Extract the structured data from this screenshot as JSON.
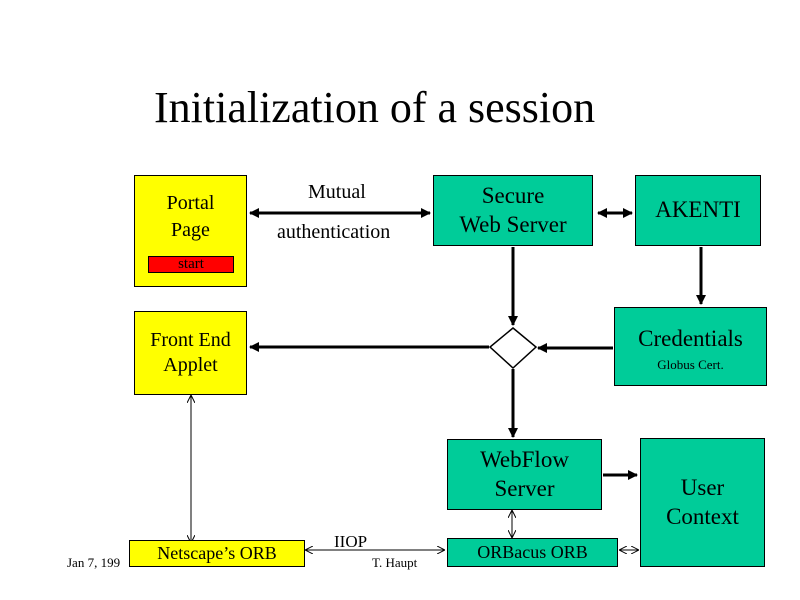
{
  "title": "Initialization of a session",
  "nodes": {
    "portal_page": {
      "line1": "Portal",
      "line2": "Page",
      "button": "start"
    },
    "front_end_applet": {
      "line1": "Front End",
      "line2": "Applet"
    },
    "netscape_orb": {
      "label": "Netscape’s ORB"
    },
    "secure_web_server": {
      "line1": "Secure",
      "line2": "Web Server"
    },
    "akenti": {
      "label": "AKENTI"
    },
    "credentials": {
      "label": "Credentials",
      "sublabel": "Globus Cert."
    },
    "webflow_server": {
      "line1": "WebFlow",
      "line2": "Server"
    },
    "orbacus_orb": {
      "label": "ORBacus ORB"
    },
    "user_context": {
      "line1": "User",
      "line2": "Context"
    }
  },
  "edges": {
    "mutual_auth": {
      "line1": "Mutual",
      "line2": "authentication"
    },
    "iiop": {
      "label": "IIOP"
    }
  },
  "footer": {
    "date": "Jan 7, 199",
    "author": "T. Haupt"
  },
  "colors": {
    "yellow": "#ffff00",
    "teal": "#00cc99",
    "start_button": "#ff0000"
  }
}
